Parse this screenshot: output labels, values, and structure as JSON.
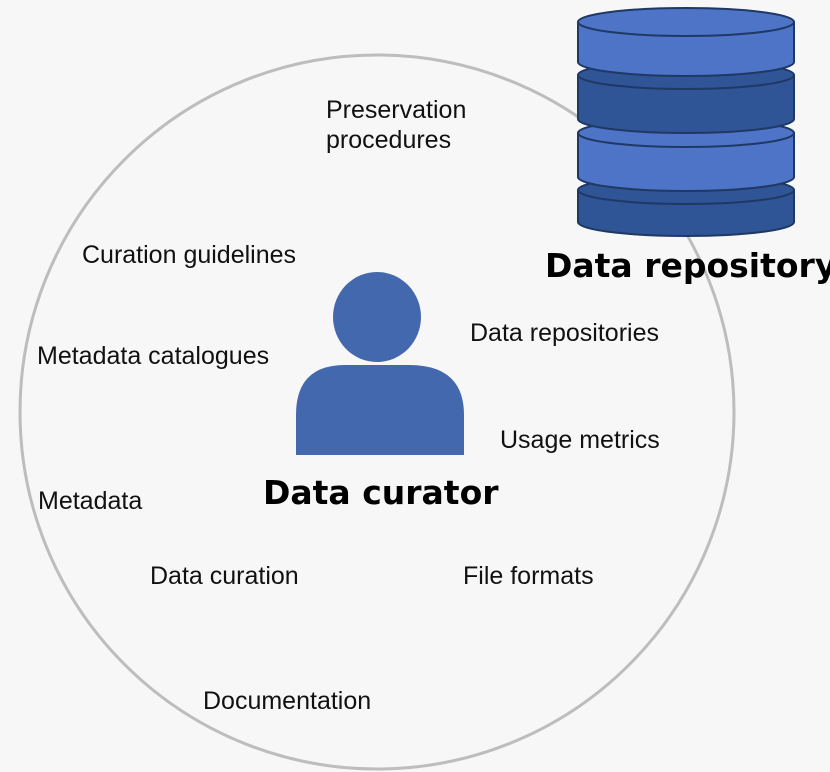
{
  "diagram": {
    "central_role": "Data curator",
    "external_system": "Data repository",
    "topics": [
      "Preservation procedures",
      "Curation guidelines",
      "Data repositories",
      "Metadata catalogues",
      "Usage metrics",
      "Metadata",
      "Data curation",
      "File formats",
      "Documentation"
    ],
    "preservation_lines": [
      "Preservation",
      "procedures"
    ]
  },
  "colors": {
    "circle_stroke": "#bdbdbd",
    "person_fill": "#4468ad",
    "db_light": "#4e74c8",
    "db_dark": "#2f5597",
    "db_stroke": "#1f3864",
    "background": "#f7f7f7"
  },
  "icons": {
    "person": "person-icon",
    "database": "database-icon"
  }
}
